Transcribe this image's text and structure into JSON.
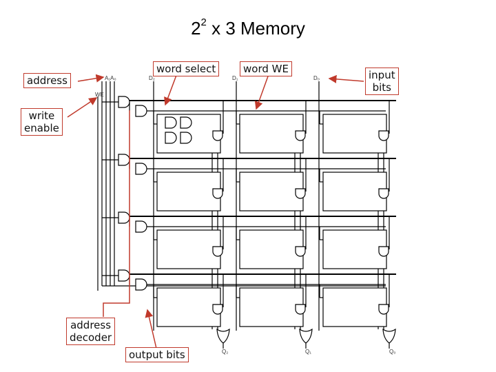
{
  "title": {
    "base": "2",
    "exponent": "2",
    "rest": " x 3 Memory"
  },
  "labels": {
    "address": "address",
    "write_enable": "write\nenable",
    "word_select": "word select",
    "word_we": "word WE",
    "input_bits": "input\nbits",
    "address_decoder": "address\ndecoder",
    "output_bits": "output bits"
  },
  "pins": {
    "a1a0": "A₁A₀",
    "we": "WE",
    "d2": "D₂",
    "d1": "D₁",
    "d0": "D₀",
    "q2": "Q₂",
    "q1": "Q₁",
    "q0": "Q₀"
  },
  "colors": {
    "annotation": "#c0392b",
    "wire": "#000000"
  }
}
